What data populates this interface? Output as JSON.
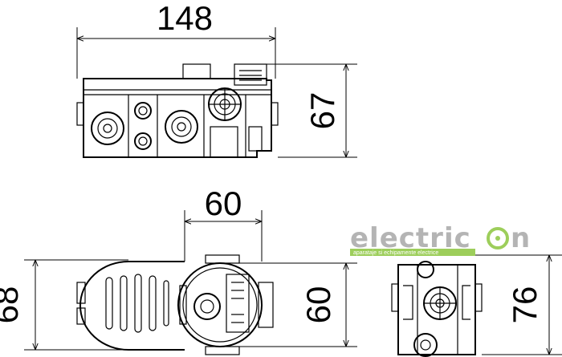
{
  "dimensions": {
    "top_width": "148",
    "top_height": "67",
    "bottom_inner_width": "60",
    "bottom_left_height": "68",
    "bottom_right_height": "60",
    "side_height": "76"
  },
  "watermark": {
    "brand_text_start": "electric",
    "brand_text_end": "n",
    "tagline": "aparataje si echipamente electrice",
    "accent_color": "#8dc63f",
    "text_color": "#a8a8a8"
  }
}
